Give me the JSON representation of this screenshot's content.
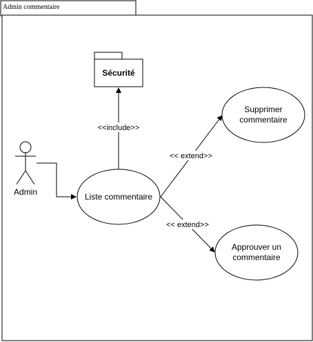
{
  "frame": {
    "title": "Admin commentaire"
  },
  "actor": {
    "label": "Admin"
  },
  "package": {
    "label": "Sécurité"
  },
  "use_cases": {
    "liste": "Liste commentaire",
    "supprimer_line1": "Supprimer",
    "supprimer_line2": "commentaire",
    "approuver_line1": "Approuver un",
    "approuver_line2": "commentaire"
  },
  "relations": {
    "include_label": "<<include>>",
    "extend_label_1": "<< extend>>",
    "extend_label_2": "<< extend>>"
  },
  "colors": {
    "stroke": "#000000",
    "fill": "#ffffff"
  }
}
